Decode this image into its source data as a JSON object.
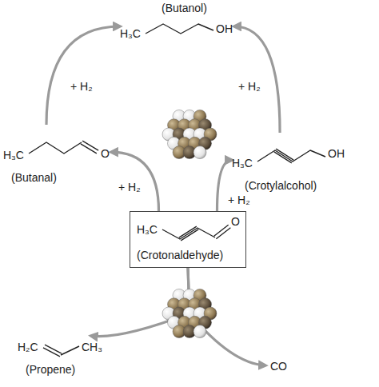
{
  "diagram": {
    "nodes": [
      {
        "text": [
          "(Butanol)",
          "H₃C",
          "OH"
        ]
      },
      {
        "text": [
          "H₃C",
          "O",
          "(Butanal)"
        ]
      },
      {
        "text": [
          "H₃C",
          "OH",
          "(Crotylalcohol)"
        ]
      },
      {
        "text": [
          "H₃C",
          "O",
          "(Crotonaldehyde)"
        ]
      },
      {
        "text": [
          "H₂C",
          "CH₃",
          "(Propene)"
        ]
      },
      {
        "text": [
          "CO"
        ]
      }
    ],
    "edges": [
      {
        "from": 3,
        "to": 1,
        "arrow": "to",
        "label": "+ H₂"
      },
      {
        "from": 3,
        "to": 2,
        "arrow": "to",
        "label": "+ H₂"
      },
      {
        "from": 1,
        "to": 0,
        "arrow": "to",
        "label": "+ H₂"
      },
      {
        "from": 2,
        "to": 0,
        "arrow": "to",
        "label": "+ H₂"
      },
      {
        "from": 3,
        "to": 4,
        "arrow": "to"
      },
      {
        "from": 3,
        "to": 5,
        "arrow": "to"
      }
    ]
  }
}
